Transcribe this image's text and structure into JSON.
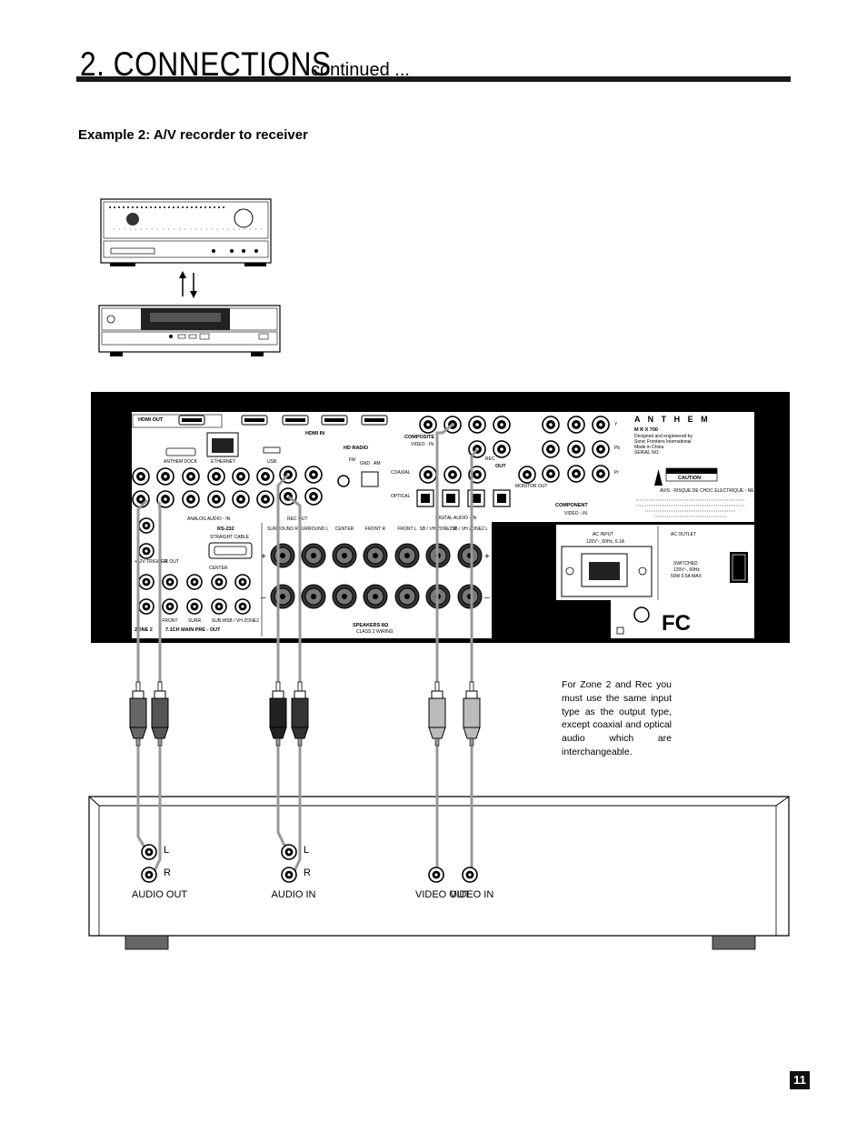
{
  "header": {
    "section_title": "2. CONNECTIONS",
    "continued": "continued ..."
  },
  "example_heading": "Example 2:  A/V recorder to receiver",
  "note_text": "For Zone 2 and Rec you must use the same input type as the output type, except coaxial and optical audio which are interchangeable.",
  "page_number": "11",
  "recorder": {
    "audio_out_label": "AUDIO OUT",
    "audio_in_label": "AUDIO IN",
    "video_out_label": "VIDEO OUT",
    "video_in_label": "VIDEO IN",
    "left": "L",
    "right": "R"
  },
  "rear_panel": {
    "brand": "A N T H E M",
    "model": "M R X   700",
    "designed_by": "Designed and engineered by",
    "company": "Sonic Frontiers International",
    "made_in": "Made in China",
    "serial": "SERIAL NO.",
    "hdmi_out": "HDMI OUT",
    "hdmi_in": "HDMI IN",
    "hd_radio": "HD RADIO",
    "composite": "COMPOSITE",
    "composite_sub": "VIDEO - IN",
    "component": "COMPONENT",
    "component_sub": "VIDEO - IN",
    "anthem_dock": "ANTHEM DOCK",
    "ethernet": "ETHERNET",
    "usb": "USB",
    "analog_audio_in": "ANALOG AUDIO - IN",
    "rec_out": "REC OUT",
    "digital_audio_in": "DIGITAL AUDIO - IN",
    "coaxial": "COAXIAL",
    "optical": "OPTICAL",
    "out": "OUT",
    "rec": "REC",
    "monitor_out": "MONITOR OUT",
    "rs232": "RS-232",
    "straight_cable": "STRAIGHT CABLE",
    "main_pre_out": "7.1CH MAIN PRE - OUT",
    "zone2": "ZONE 2",
    "speakers": "SPEAKERS 8Ω",
    "class2": "CLASS 2 WIRING",
    "ac_input": "AC INPUT",
    "ac_input_rating": "120V~, 60Hz, 6.1A",
    "ac_outlet": "AC OUTLET",
    "switched": "SWITCHED",
    "switched_rating": "120V~, 60Hz",
    "switched_max": "50W 0.5A MAX",
    "caution": "CAUTION",
    "avis": "AVIS : RISQUE DE CHOC ÉLECTRIQUE - NE PAS OUVRIR",
    "spk_labels": [
      "SURROUND R",
      "SURROUND L",
      "CENTER",
      "FRONT R",
      "FRONT L",
      "SB / VH ZONE2 R",
      "SB / VH ZONE2 L"
    ],
    "preout_labels": [
      "FRONT",
      "SURR",
      "SUB W",
      "SB / VH ZONE2"
    ],
    "fm": "FM",
    "gnd": "GND",
    "am": "AM",
    "ir_trigger": "+12V TRIGGER",
    "ir_out": "IR OUT",
    "center": "CENTER",
    "y": "Y",
    "pb": "Pb",
    "pr": "Pr"
  }
}
